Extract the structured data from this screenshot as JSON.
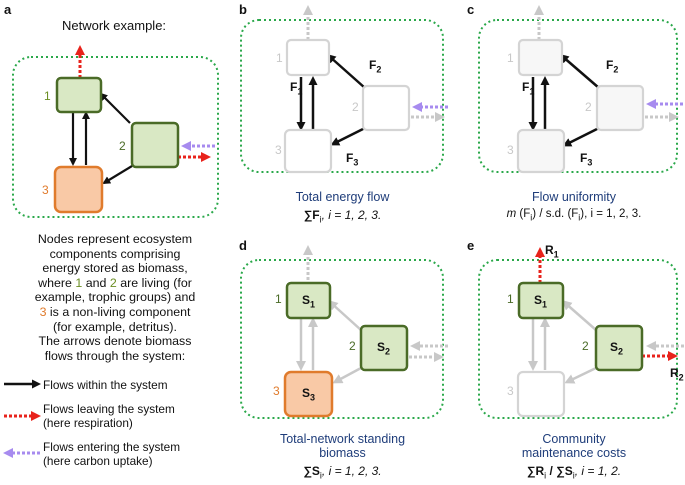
{
  "panels": {
    "a": {
      "letter": "a",
      "title": "Network example:",
      "nodes": [
        "1",
        "2",
        "3"
      ],
      "description": [
        "Nodes represent ecosystem",
        "components comprising",
        "energy stored as biomass,",
        "where",
        "1",
        "and",
        "2",
        "are living (for",
        "example, trophic groups) and",
        "3",
        "is a non-living component",
        "(for example, detritus).",
        "The arrows denote biomass",
        "flows through the system:"
      ]
    },
    "b": {
      "letter": "b",
      "caption": "Total energy flow",
      "formula": "∑F",
      "formula_sub": "i",
      "formula_rest": ",  i = 1, 2, 3.",
      "nodes": [
        "1",
        "2",
        "3"
      ],
      "flows": [
        "F",
        "1",
        "F",
        "2",
        "F",
        "3"
      ]
    },
    "c": {
      "letter": "c",
      "caption": "Flow uniformity",
      "formula_m": "m",
      "formula_rest": " (F",
      "formula_sub": "i",
      "formula_mid": ") / s.d. (F",
      "formula_sub2": "i",
      "formula_end": "), i = 1, 2, 3.",
      "nodes": [
        "1",
        "2",
        "3"
      ],
      "flows": [
        "F",
        "1",
        "F",
        "2",
        "F",
        "3"
      ]
    },
    "d": {
      "letter": "d",
      "caption_line1": "Total-network standing",
      "caption_line2": "biomass",
      "formula": "∑S",
      "formula_sub": "i",
      "formula_rest": ",  i = 1, 2, 3.",
      "nodes": [
        "1",
        "2",
        "3"
      ],
      "stocks": [
        "S",
        "1",
        "S",
        "2",
        "S",
        "3"
      ]
    },
    "e": {
      "letter": "e",
      "caption_line1": "Community",
      "caption_line2": "maintenance costs",
      "formula": "∑R",
      "formula_sub": "i",
      "formula_mid": " / ∑S",
      "formula_sub2": "i",
      "formula_rest": ",  i = 1, 2.",
      "nodes": [
        "1",
        "2",
        "3"
      ],
      "stocks": [
        "S",
        "1",
        "S",
        "2"
      ],
      "resp": [
        "R",
        "1",
        "R",
        "2"
      ]
    }
  },
  "legend": {
    "within": "Flows within the system",
    "leaving_line1": "Flows leaving the system",
    "leaving_line2": "(here respiration)",
    "entering_line1": "Flows entering the system",
    "entering_line2": "(here carbon uptake)"
  },
  "colors": {
    "living_fill": "#d9e8c4",
    "living_stroke": "#4a6b27",
    "detritus_fill": "#f9c9a6",
    "detritus_stroke": "#e07b2c",
    "boundary": "#2aa84a",
    "respiration": "#e8231c",
    "uptake": "#a78bef",
    "caption": "#1f3d7a",
    "faded": "#c8c8c8",
    "node1_label": "#6b8e23",
    "node3_label": "#e07b2c"
  }
}
